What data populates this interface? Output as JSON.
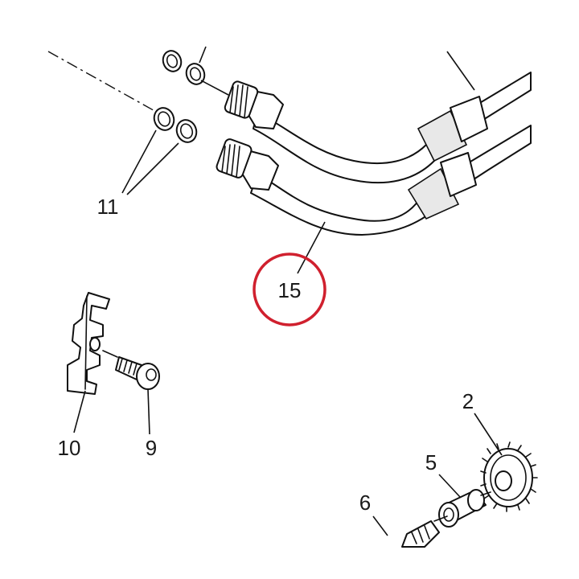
{
  "callouts": {
    "c11": "11",
    "c15": "15",
    "c10": "10",
    "c9": "9",
    "c2": "2",
    "c5": "5",
    "c6": "6"
  },
  "colors": {
    "highlight": "#d0202e",
    "ink": "#111111",
    "background": "#ffffff"
  }
}
